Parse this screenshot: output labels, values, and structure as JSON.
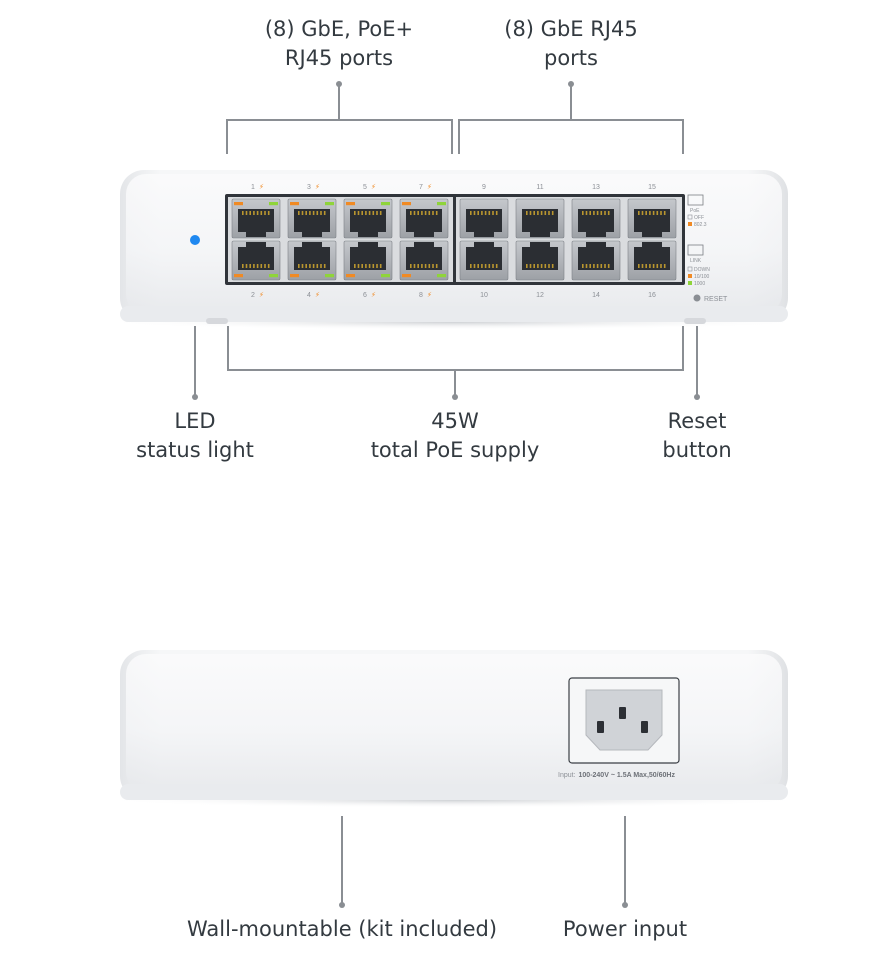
{
  "front": {
    "captions": {
      "poe_ports": [
        "(8) GbE, PoE+",
        "RJ45 ports"
      ],
      "gbe_ports": [
        "(8) GbE RJ45",
        "ports"
      ],
      "led": [
        "LED",
        "status light"
      ],
      "poe_supply": [
        "45W",
        "total PoE supply"
      ],
      "reset": [
        "Reset",
        "button"
      ]
    },
    "port_numbers_top": [
      "1",
      "3",
      "5",
      "7",
      "9",
      "11",
      "13",
      "15"
    ],
    "port_numbers_bottom": [
      "2",
      "4",
      "6",
      "8",
      "10",
      "12",
      "14",
      "16"
    ],
    "legend": {
      "poe_title": "PoE",
      "poe_off": "OFF",
      "poe_on": "802.3",
      "link_title": "LINK",
      "link_down": "DOWN",
      "link_10_100": "10/100",
      "link_1000": "1000"
    },
    "reset_label": "RESET"
  },
  "back": {
    "power_spec_prefix": "Input:",
    "power_spec": "100-240V ~ 1.5A Max,50/60Hz",
    "captions": {
      "wall_mount": "Wall-mountable (kit included)",
      "power_input": "Power input"
    }
  },
  "colors": {
    "led_blue": "#1f88f0",
    "port_led_orange": "#f08a24",
    "port_led_green": "#8fd43a",
    "callout_line": "#8a8e93",
    "caption_text": "#333a40"
  }
}
